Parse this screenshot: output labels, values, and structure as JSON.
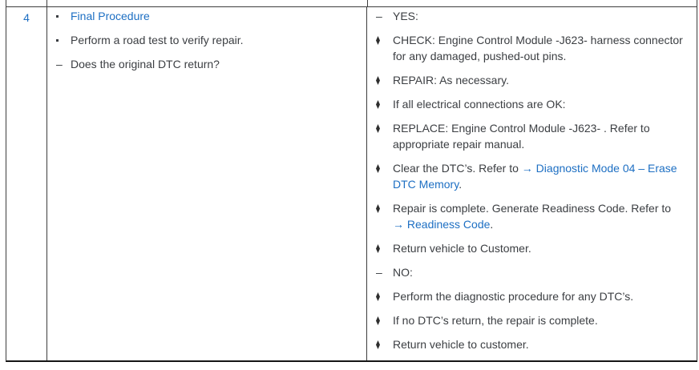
{
  "colors": {
    "link_blue": "#1d6fc3",
    "body_text": "#3b3e42",
    "grid_border": "#3d3d3d",
    "outer_border": "#151515",
    "background": "#ffffff"
  },
  "table": {
    "step_number": "4",
    "procedure_cell": {
      "items": [
        {
          "marker": "dot",
          "segments": [
            {
              "text": "Final Procedure",
              "style": "link"
            }
          ]
        },
        {
          "marker": "dot",
          "segments": [
            {
              "text": "Perform a road test to verify repair.",
              "style": "plain"
            }
          ]
        },
        {
          "marker": "dash",
          "segments": [
            {
              "text": "Does the original DTC return?",
              "style": "plain"
            }
          ]
        }
      ]
    },
    "result_cell": {
      "items": [
        {
          "marker": "dash",
          "segments": [
            {
              "text": "YES:",
              "style": "plain"
            }
          ]
        },
        {
          "marker": "diamond",
          "segments": [
            {
              "text": "CHECK: Engine Control Module -J623- harness connector\nfor any damaged, pushed-out pins.",
              "style": "plain"
            }
          ]
        },
        {
          "marker": "diamond",
          "segments": [
            {
              "text": "REPAIR: As necessary.",
              "style": "plain"
            }
          ]
        },
        {
          "marker": "diamond",
          "segments": [
            {
              "text": "If all electrical connections are OK:",
              "style": "plain"
            }
          ]
        },
        {
          "marker": "diamond",
          "segments": [
            {
              "text": "REPLACE: Engine Control Module -J623- . Refer to\nappropriate repair manual.",
              "style": "plain"
            }
          ]
        },
        {
          "marker": "diamond",
          "segments": [
            {
              "text": "Clear the DTC’s. Refer to ",
              "style": "plain"
            },
            {
              "text": "→ Diagnostic Mode 04 – Erase\nDTC Memory",
              "style": "link"
            },
            {
              "text": ".",
              "style": "plain"
            }
          ]
        },
        {
          "marker": "diamond",
          "segments": [
            {
              "text": "Repair is complete. Generate Readiness Code. Refer to\n",
              "style": "plain"
            },
            {
              "text": "→ Readiness Code",
              "style": "link"
            },
            {
              "text": ".",
              "style": "plain"
            }
          ]
        },
        {
          "marker": "diamond",
          "segments": [
            {
              "text": "Return vehicle to Customer.",
              "style": "plain"
            }
          ]
        },
        {
          "marker": "dash",
          "segments": [
            {
              "text": "NO:",
              "style": "plain"
            }
          ]
        },
        {
          "marker": "diamond",
          "segments": [
            {
              "text": "Perform the diagnostic procedure for any DTC’s.",
              "style": "plain"
            }
          ]
        },
        {
          "marker": "diamond",
          "segments": [
            {
              "text": "If no DTC’s return, the repair is complete.",
              "style": "plain"
            }
          ]
        },
        {
          "marker": "diamond",
          "segments": [
            {
              "text": "Return vehicle to customer.",
              "style": "plain"
            }
          ]
        }
      ]
    },
    "dash_glyph": "–"
  }
}
